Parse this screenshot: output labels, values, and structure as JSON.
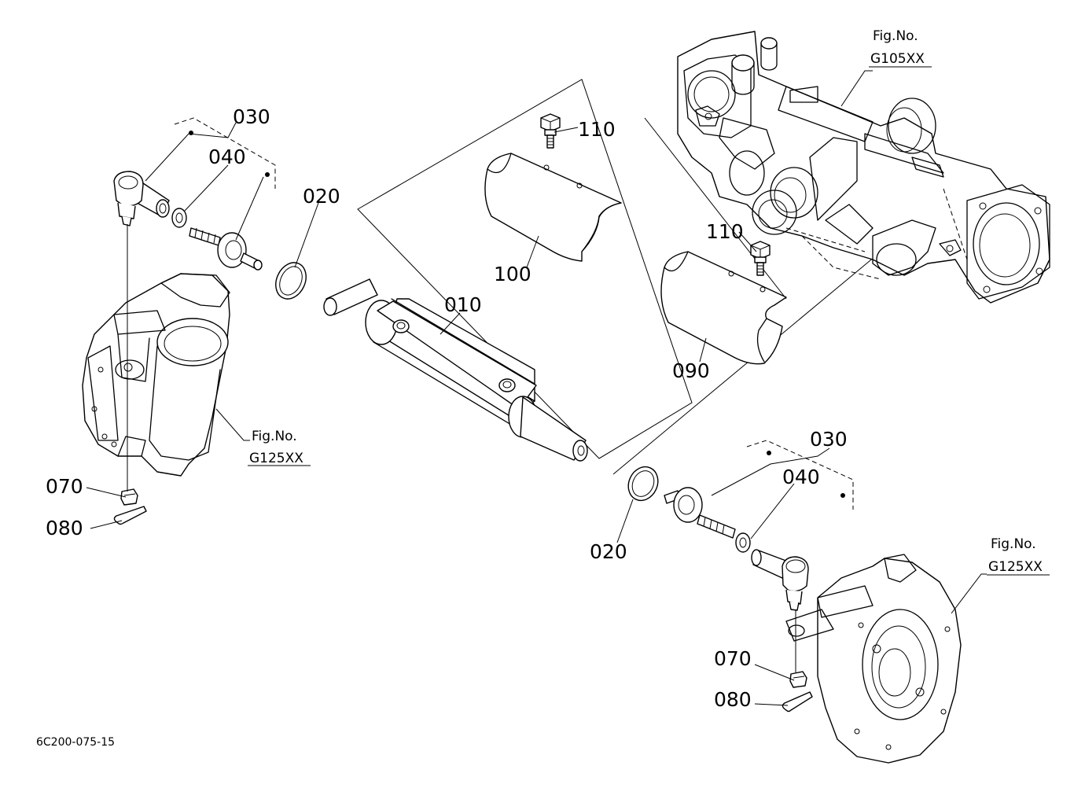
{
  "callouts": {
    "c030_left": "030",
    "c040_left": "040",
    "c020_left": "020",
    "c010": "010",
    "c110_top": "110",
    "c100": "100",
    "c110_mid": "110",
    "c090": "090",
    "c070_left": "070",
    "c080_left": "080",
    "c030_right": "030",
    "c040_right": "040",
    "c020_right": "020",
    "c070_right": "070",
    "c080_right": "080"
  },
  "figure_refs": {
    "top_label": "Fig.No.",
    "top_code": "G105XX",
    "left_label": "Fig.No.",
    "left_code": "G125XX",
    "right_label": "Fig.No.",
    "right_code": "G125XX"
  },
  "drawing_code": "6C200-075-15"
}
